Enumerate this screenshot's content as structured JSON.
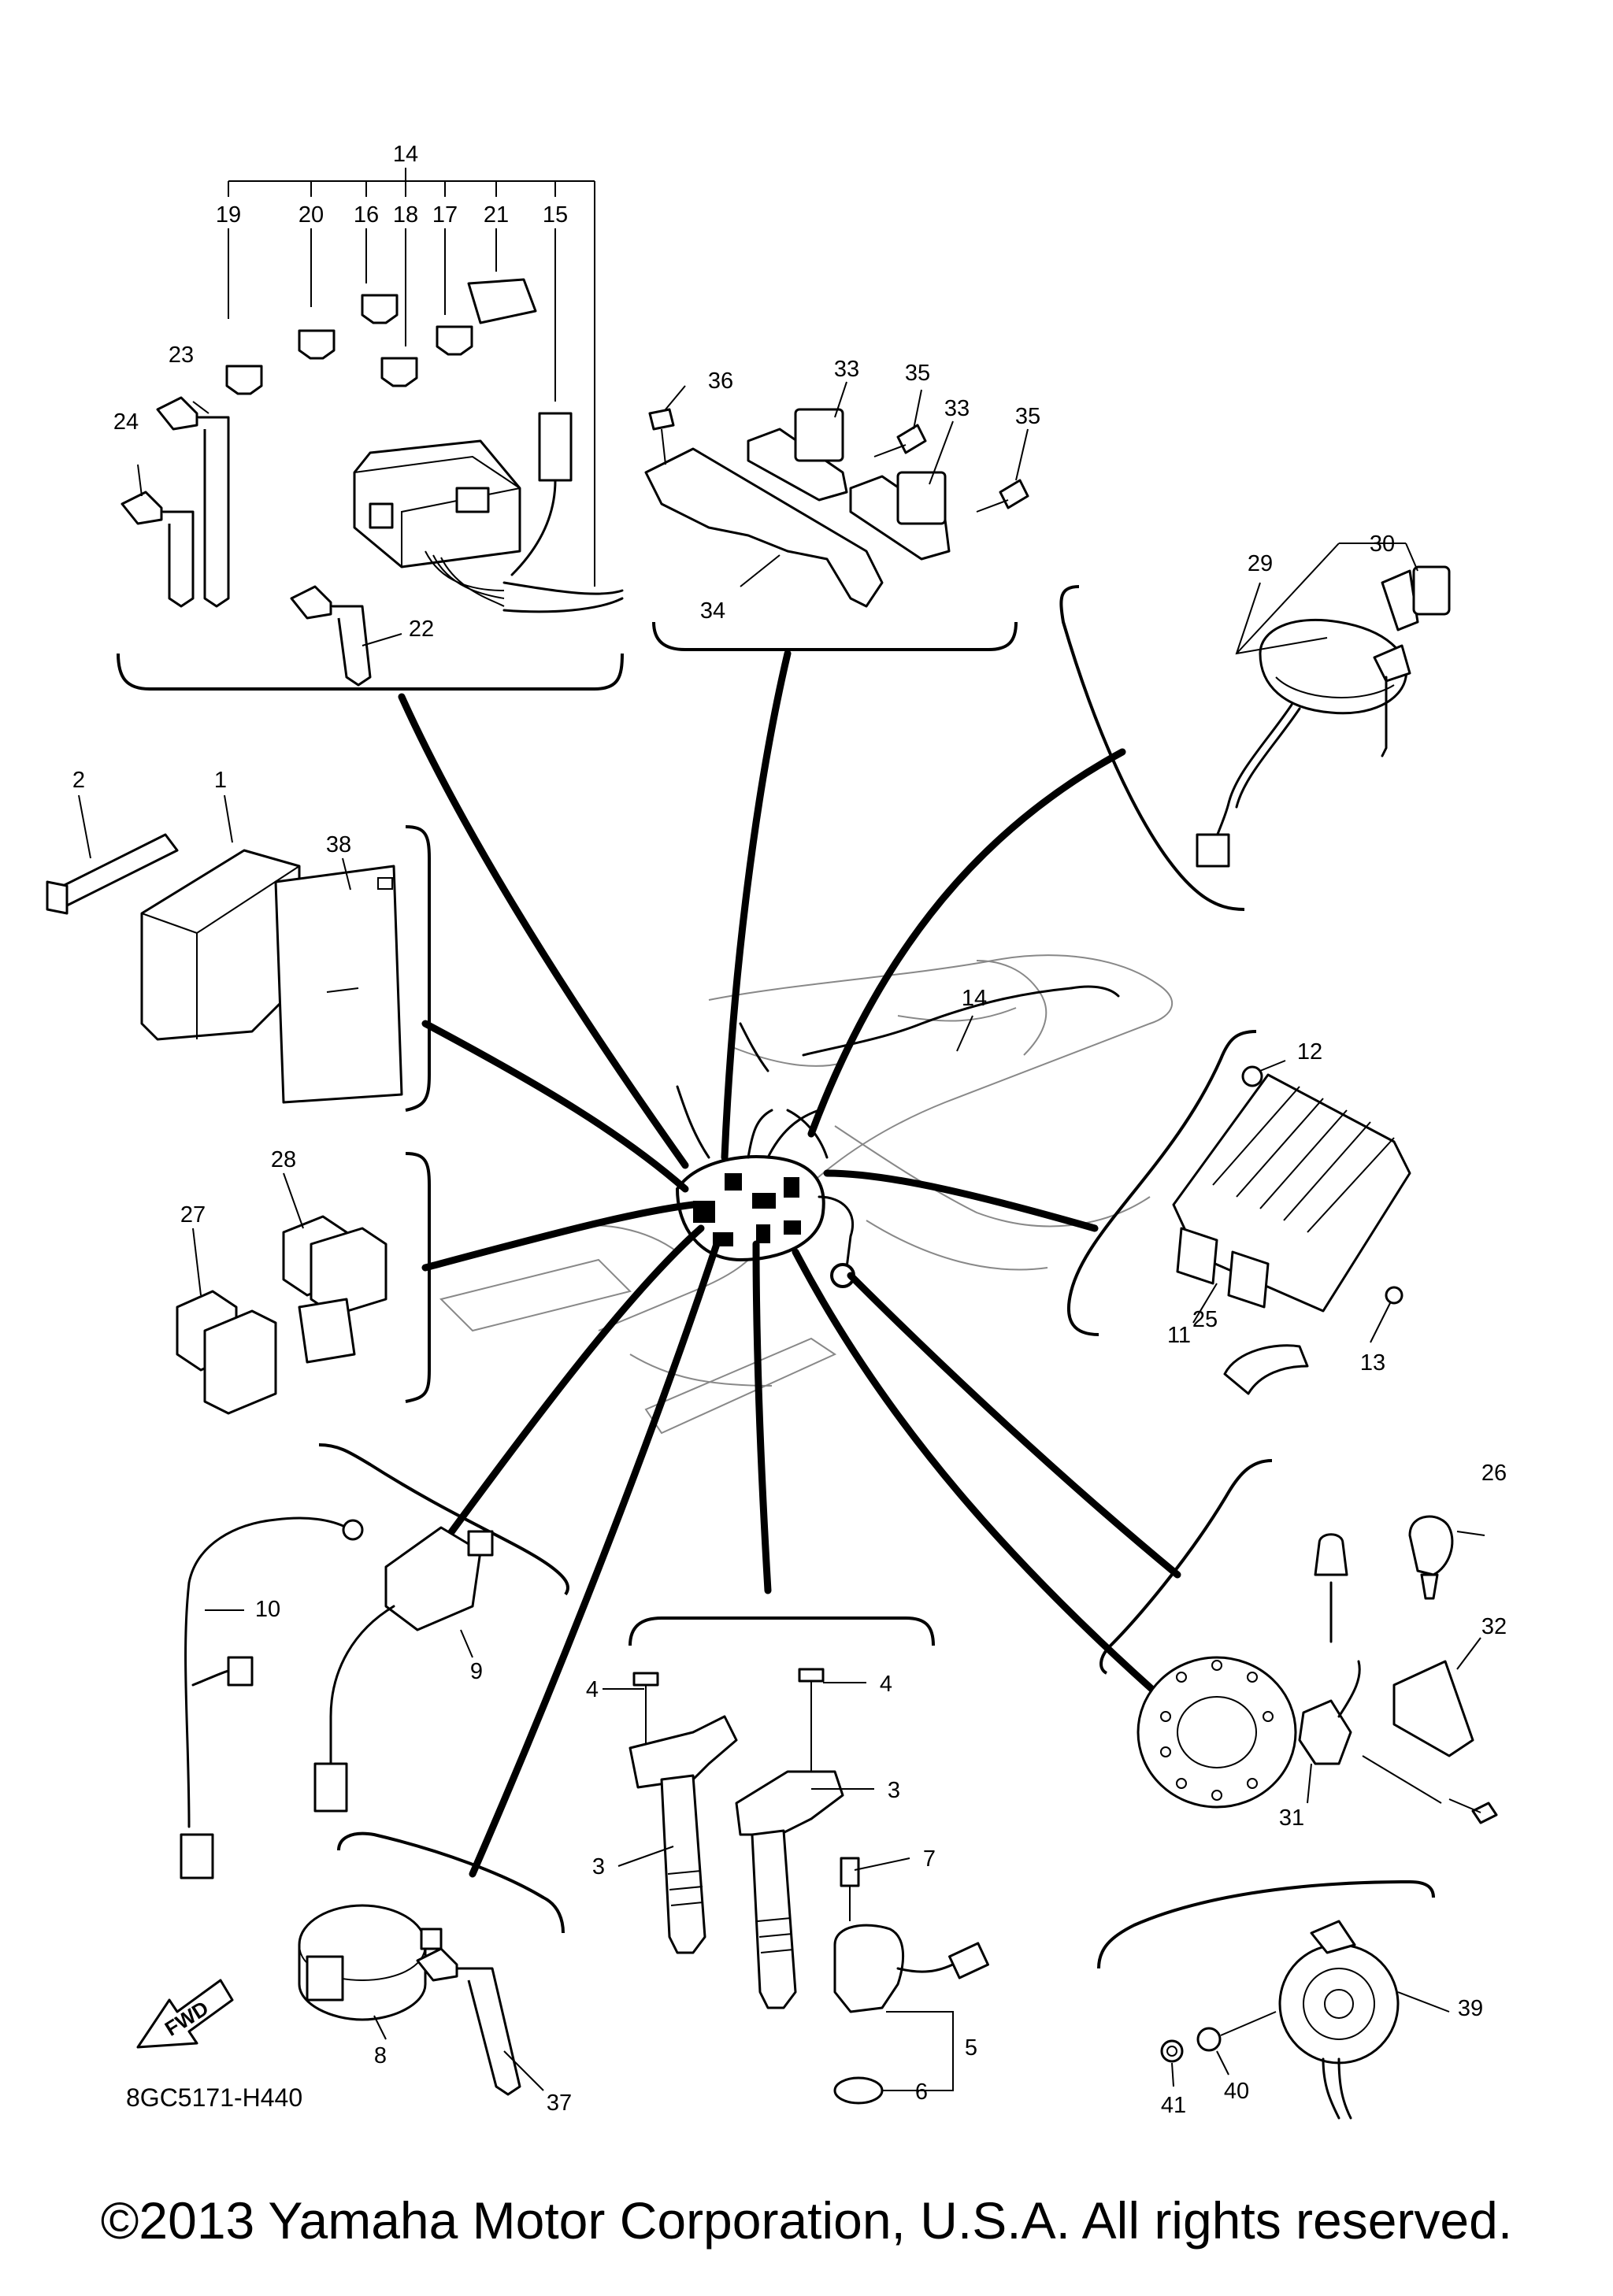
{
  "diagram_code": "8GC5171-H440",
  "fwd_label": "FWD",
  "copyright": "©2013 Yamaha Motor Corporation, U.S.A. All rights reserved.",
  "callouts": {
    "n1": "1",
    "n2": "2",
    "n3a": "3",
    "n3b": "3",
    "n4a": "4",
    "n4b": "4",
    "n5": "5",
    "n6": "6",
    "n7": "7",
    "n8": "8",
    "n9": "9",
    "n10": "10",
    "n11": "11",
    "n12": "12",
    "n13": "13",
    "n14top": "14",
    "n14main": "14",
    "n15": "15",
    "n16": "16",
    "n17": "17",
    "n18": "18",
    "n19": "19",
    "n20": "20",
    "n21": "21",
    "n22": "22",
    "n23": "23",
    "n24": "24",
    "n25": "25",
    "n26": "26",
    "n27": "27",
    "n28": "28",
    "n29": "29",
    "n30": "30",
    "n31": "31",
    "n32": "32",
    "n33a": "33",
    "n33b": "33",
    "n34": "34",
    "n35a": "35",
    "n35b": "35",
    "n36": "36",
    "n37": "37",
    "n38": "38",
    "n39": "39",
    "n40": "40",
    "n41": "41"
  }
}
